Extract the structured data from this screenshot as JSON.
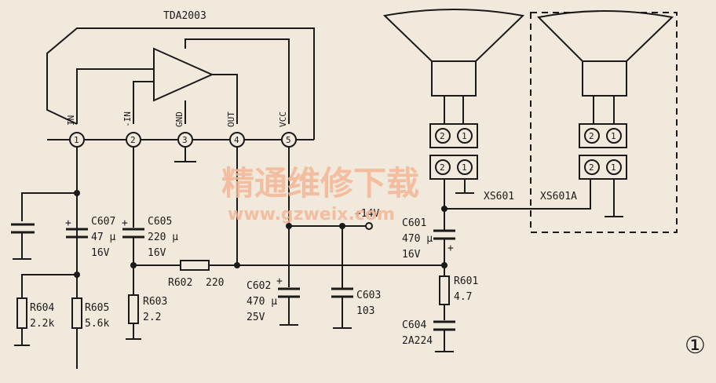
{
  "ic": {
    "name": "TDA2003",
    "pins": [
      "IN",
      "-IN",
      "GND",
      "OUT",
      "VCC"
    ],
    "pin_numbers": [
      "1",
      "2",
      "3",
      "4",
      "5"
    ]
  },
  "components": {
    "C607": {
      "ref": "C607",
      "value": "47 μ",
      "rating": "16V"
    },
    "C605": {
      "ref": "C605",
      "value": "220 μ",
      "rating": "16V"
    },
    "C601": {
      "ref": "C601",
      "value": "470 μ",
      "rating": "16V"
    },
    "C602": {
      "ref": "C602",
      "value": "470 μ",
      "rating": "25V"
    },
    "C603": {
      "ref": "C603",
      "value": "103"
    },
    "C604": {
      "ref": "C604",
      "value": "2A224"
    },
    "R602": {
      "ref": "R602",
      "value": "220"
    },
    "R603": {
      "ref": "R603",
      "value": "2.2"
    },
    "R604": {
      "ref": "R604",
      "value": "2.2k"
    },
    "R605": {
      "ref": "R605",
      "value": "5.6k"
    },
    "R601": {
      "ref": "R601",
      "value": "4.7"
    }
  },
  "supply_label": "+14V",
  "connectors": {
    "main": "XS601",
    "alt": "XS601A",
    "pin_a": "2",
    "pin_b": "1"
  },
  "watermark": {
    "line1": "精通维修下载",
    "line2": "www.gzweix.com"
  },
  "figure_number": "①"
}
